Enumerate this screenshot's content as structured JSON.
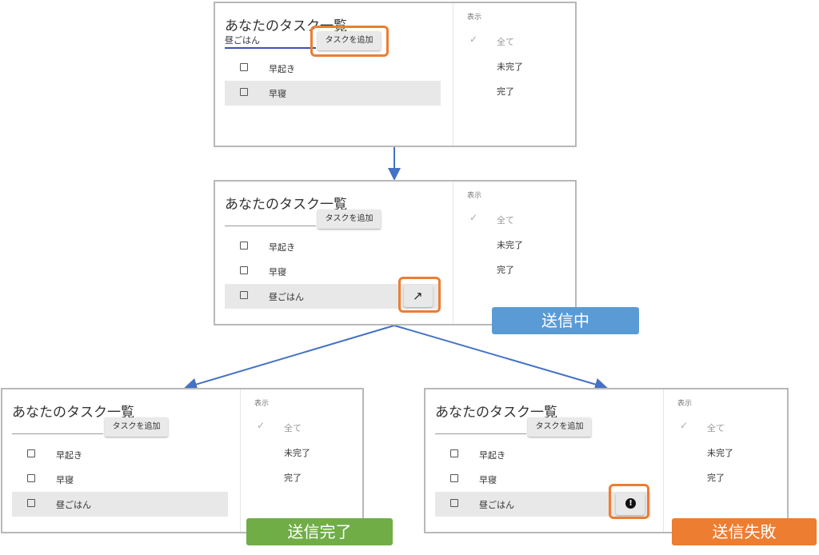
{
  "panels": {
    "p1": {
      "title": "あなたのタスク一覧",
      "input_value": "昼ごはん",
      "add_button": "タスクを追加",
      "tasks": [
        "早起き",
        "早寝"
      ],
      "filter": {
        "header": "表示",
        "items": [
          "全て",
          "未完了",
          "完了"
        ]
      }
    },
    "p2": {
      "title": "あなたのタスク一覧",
      "input_value": "",
      "add_button": "タスクを追加",
      "tasks": [
        "早起き",
        "早寝",
        "昼ごはん"
      ],
      "filter": {
        "header": "表示",
        "items": [
          "全て",
          "未完了",
          "完了"
        ]
      }
    },
    "p3": {
      "title": "あなたのタスク一覧",
      "input_value": "",
      "add_button": "タスクを追加",
      "tasks": [
        "早起き",
        "早寝",
        "昼ごはん"
      ],
      "filter": {
        "header": "表示",
        "items": [
          "全て",
          "未完了",
          "完了"
        ]
      }
    },
    "p4": {
      "title": "あなたのタスク一覧",
      "input_value": "",
      "add_button": "タスクを追加",
      "tasks": [
        "早起き",
        "早寝",
        "昼ごはん"
      ],
      "filter": {
        "header": "表示",
        "items": [
          "全て",
          "未完了",
          "完了"
        ]
      }
    }
  },
  "labels": {
    "sending": "送信中",
    "sent": "送信完了",
    "failed": "送信失敗"
  },
  "colors": {
    "sending": "#5b9bd5",
    "sent": "#70ad47",
    "failed": "#ed7d31",
    "highlight": "#ed7d31",
    "arrow": "#4472c4"
  },
  "icons": {
    "check": "✓",
    "sending": "↗",
    "error": "!"
  }
}
